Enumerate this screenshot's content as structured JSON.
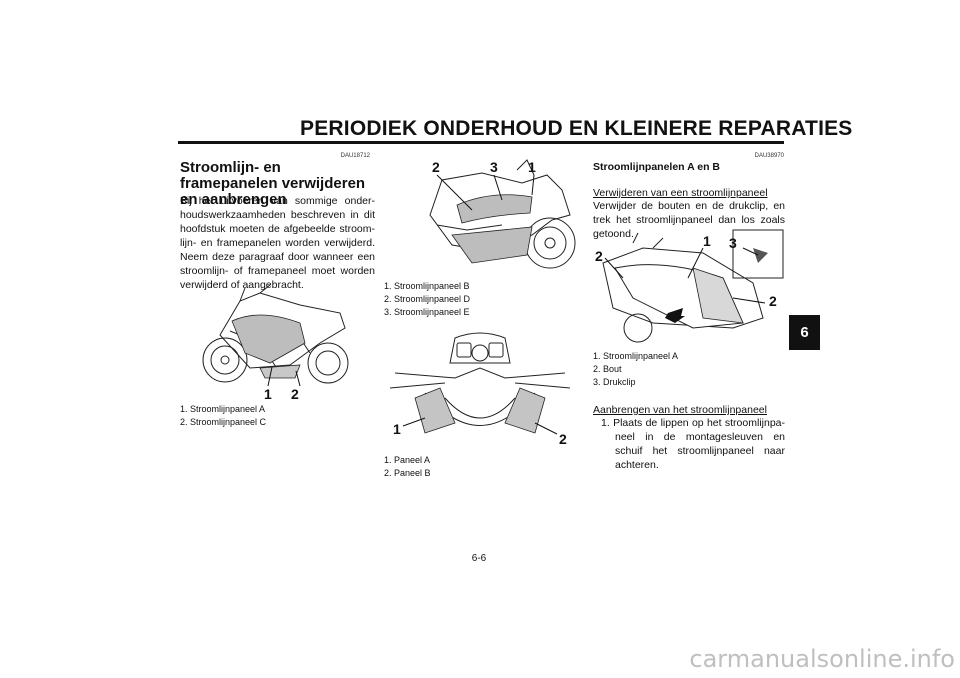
{
  "header": {
    "title": "PERIODIEK ONDERHOUD EN KLEINERE REPARATIES"
  },
  "col1": {
    "code": "DAU18712",
    "heading": "Stroomlijn- en framepanelen verwijderen en aanbrengen",
    "body": "Bij het uitvoeren van sommige onder-houdswerkzaamheden beschreven in dit hoofdstuk moeten de afgebeelde stroom-lijn- en framepanelen worden verwijderd. Neem deze paragraaf door wanneer een stroomlijn- of framepaneel moet worden verwijderd of aangebracht.",
    "figure": {
      "callouts": [
        "1",
        "2"
      ]
    },
    "captions": [
      "1. Stroomlijnpaneel A",
      "2. Stroomlijnpaneel C"
    ]
  },
  "col2": {
    "figure1": {
      "callouts": [
        "2",
        "3",
        "1"
      ]
    },
    "captions1": [
      "1. Stroomlijnpaneel B",
      "2. Stroomlijnpaneel D",
      "3. Stroomlijnpaneel E"
    ],
    "figure2": {
      "callouts": [
        "1",
        "2"
      ]
    },
    "captions2": [
      "1. Paneel A",
      "2. Paneel B"
    ]
  },
  "col3": {
    "code": "DAU38970",
    "heading": "Stroomlijnpanelen A en B",
    "sub1": "Verwijderen van een stroomlijnpaneel",
    "body1": "Verwijder de bouten en de drukclip, en trek het stroomlijnpaneel dan los zoals getoond.",
    "figure": {
      "callouts": [
        "2",
        "1",
        "3",
        "2"
      ]
    },
    "captions": [
      "1. Stroomlijnpaneel A",
      "2. Bout",
      "3. Drukclip"
    ],
    "sub2": "Aanbrengen van het stroomlijnpaneel",
    "steps": [
      "1. Plaats de lippen op het stroomlijnpa-neel in de montagesleuven en schuif het stroomlijnpaneel naar achteren."
    ]
  },
  "tab": {
    "label": "6"
  },
  "page_number": "6-6",
  "watermark": "carmanualsonline.info"
}
